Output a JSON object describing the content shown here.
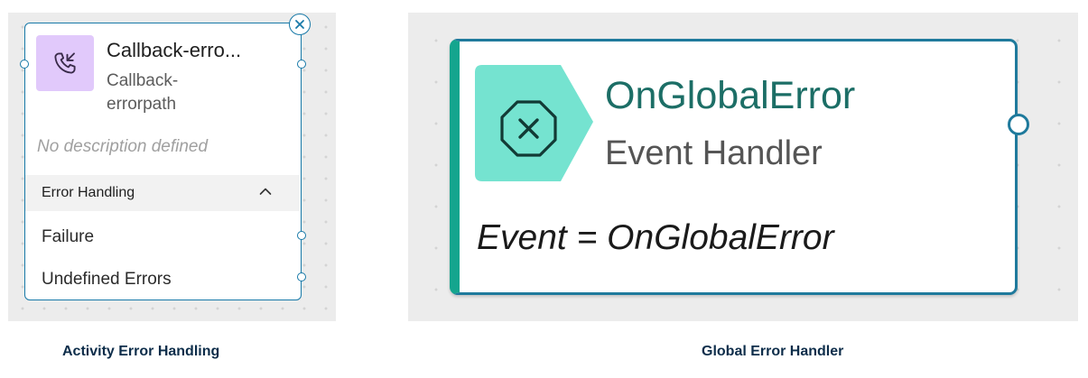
{
  "activity_node": {
    "title": "Callback-erro...",
    "subtitle": "Callback-errorpath",
    "description": "No description defined",
    "section_label": "Error Handling",
    "outputs": [
      "Failure",
      "Undefined Errors"
    ],
    "icon": "phone-callback-icon",
    "icon_bg": "#e1c9fb",
    "border_color": "#1779a8"
  },
  "global_node": {
    "title": "OnGlobalError",
    "subtitle": "Event Handler",
    "event_text": "Event = OnGlobalError",
    "icon": "stop-x-icon",
    "icon_bg": "#75e3d0",
    "accent_color": "#14a58e",
    "border_color": "#1f7a9c"
  },
  "captions": {
    "left": "Activity Error Handling",
    "right": "Global Error Handler"
  }
}
